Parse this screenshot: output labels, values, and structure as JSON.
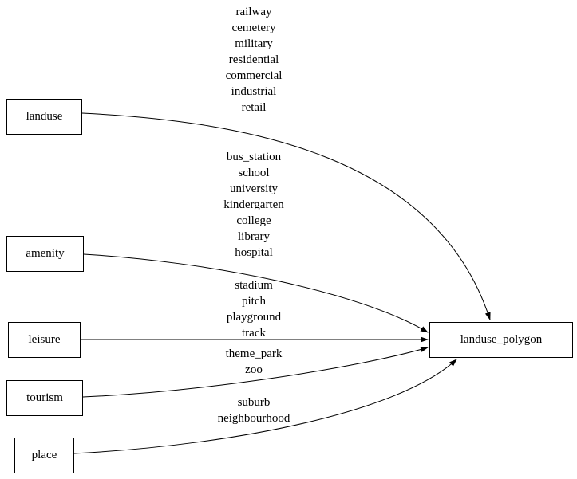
{
  "diagram": {
    "nodes": {
      "landuse": {
        "label": "landuse"
      },
      "amenity": {
        "label": "amenity"
      },
      "leisure": {
        "label": "leisure"
      },
      "tourism": {
        "label": "tourism"
      },
      "place": {
        "label": "place"
      },
      "landuse_polygon": {
        "label": "landuse_polygon"
      }
    },
    "edge_labels": {
      "landuse": "railway\ncemetery\nmilitary\nresidential\ncommercial\nindustrial\nretail",
      "amenity": "bus_station\nschool\nuniversity\nkindergarten\ncollege\nlibrary\nhospital",
      "leisure": "stadium\npitch\nplayground\ntrack",
      "tourism": "theme_park\nzoo",
      "place": "suburb\nneighbourhood"
    },
    "colors": {
      "stroke": "#000000",
      "node_fill": "#ffffff",
      "background": "#ffffff"
    }
  }
}
